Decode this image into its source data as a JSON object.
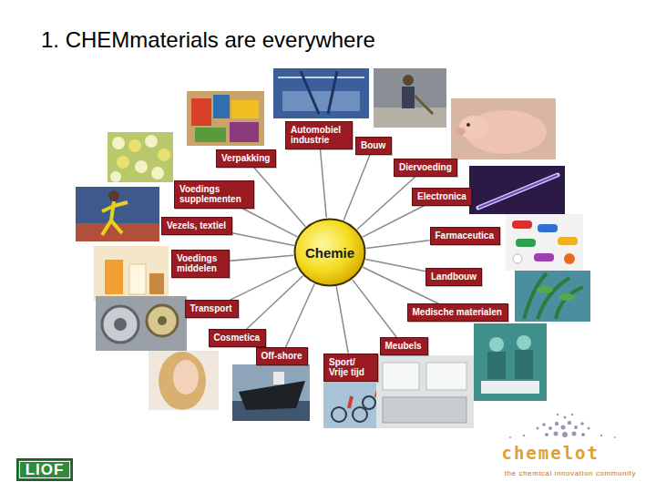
{
  "diagram": {
    "title": "1. CHEMmaterials are everywhere",
    "nodes": [
      {
        "text": [
          "Chemie"
        ]
      },
      {
        "text": [
          "Automobiel industrie"
        ]
      },
      {
        "text": [
          "Bouw"
        ]
      },
      {
        "text": [
          "Diervoeding"
        ]
      },
      {
        "text": [
          "Electronica"
        ]
      },
      {
        "text": [
          "Farmaceutica"
        ]
      },
      {
        "text": [
          "Landbouw"
        ]
      },
      {
        "text": [
          "Medische materialen"
        ]
      },
      {
        "text": [
          "Meubels"
        ]
      },
      {
        "text": [
          "Sport/ Vrije tijd"
        ]
      },
      {
        "text": [
          "Off-shore"
        ]
      },
      {
        "text": [
          "Cosmetica"
        ]
      },
      {
        "text": [
          "Transport"
        ]
      },
      {
        "text": [
          "Voedings middelen"
        ]
      },
      {
        "text": [
          "Vezels, textiel"
        ]
      },
      {
        "text": [
          "Voedings supplementen"
        ]
      },
      {
        "text": [
          "Verpakking"
        ]
      }
    ],
    "edges": [
      {
        "from": 0,
        "to": 1,
        "arrow": "none"
      },
      {
        "from": 0,
        "to": 2,
        "arrow": "none"
      },
      {
        "from": 0,
        "to": 3,
        "arrow": "none"
      },
      {
        "from": 0,
        "to": 4,
        "arrow": "none"
      },
      {
        "from": 0,
        "to": 5,
        "arrow": "none"
      },
      {
        "from": 0,
        "to": 6,
        "arrow": "none"
      },
      {
        "from": 0,
        "to": 7,
        "arrow": "none"
      },
      {
        "from": 0,
        "to": 8,
        "arrow": "none"
      },
      {
        "from": 0,
        "to": 9,
        "arrow": "none"
      },
      {
        "from": 0,
        "to": 10,
        "arrow": "none"
      },
      {
        "from": 0,
        "to": 11,
        "arrow": "none"
      },
      {
        "from": 0,
        "to": 12,
        "arrow": "none"
      },
      {
        "from": 0,
        "to": 13,
        "arrow": "none"
      },
      {
        "from": 0,
        "to": 14,
        "arrow": "none"
      },
      {
        "from": 0,
        "to": 15,
        "arrow": "none"
      },
      {
        "from": 0,
        "to": 16,
        "arrow": "none"
      }
    ],
    "labels": [
      "LIOF",
      "chemelot",
      "the chemical innovation community"
    ]
  }
}
